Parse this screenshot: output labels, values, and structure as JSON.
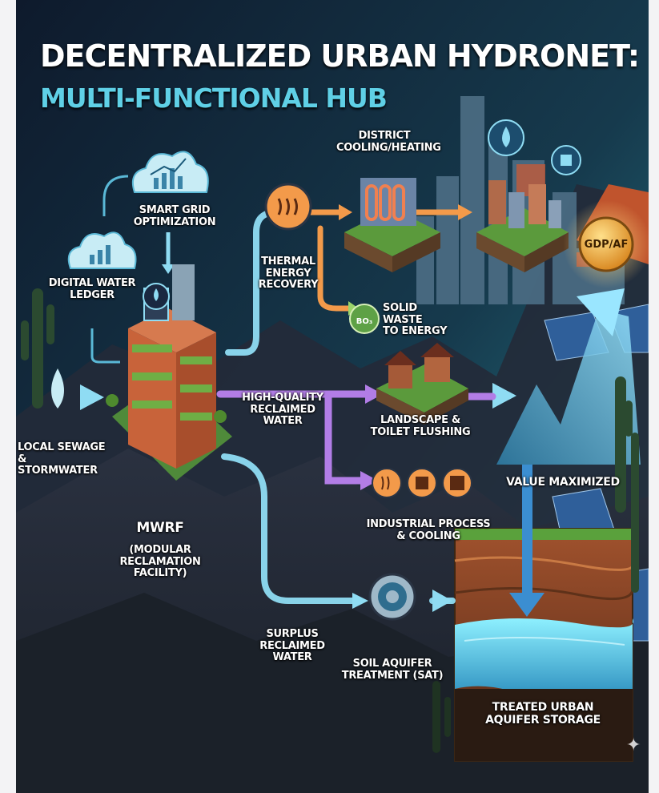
{
  "title": "DECENTRALIZED URBAN HYDRONET:",
  "subtitle": "MULTI-FUNCTIONAL HUB",
  "labels": {
    "smart_grid": "SMART GRID\nOPTIMIZATION",
    "digital_ledger": "DIGITAL WATER\nLEDGER",
    "district_cooling": "DISTRICT\nCOOLING/HEATING",
    "thermal_energy": "THERMAL\nENERGY\nRECOVERY",
    "solid_waste": "SOLID WASTE\nTO ENERGY",
    "local_sewage": "LOCAL SEWAGE\n& STORMWATER",
    "high_quality": "HIGH-QUALITY\nRECLAIMED\nWATER",
    "landscape": "LANDSCAPE &\nTOILET FLUSHING",
    "value_maximized": "VALUE MAXIMIZED",
    "industrial": "INDUSTRIAL PROCESS\n& COOLING",
    "mwrf_title": "MWRF",
    "mwrf_sub": "(MODULAR\nRECLAMATION\nFACILITY)",
    "surplus": "SURPLUS\nRECLAIMED\nWATER",
    "soil_aquifer": "SOIL AQUIFER\nTREATMENT (SAT)",
    "aquifer_storage": "TREATED URBAN\nAQUIFER STORAGE",
    "gdp_badge": "GDP/AF",
    "bo3_badge": "BO₃"
  },
  "colors": {
    "sky_top": "#0d1a2e",
    "sky_glow": "#1f7f8c",
    "pipe_blue": "#8fdcf3",
    "pipe_purple": "#b27de6",
    "pipe_orange": "#f39a4a",
    "subtitle": "#5fd0e6",
    "gold": "#f4a72c",
    "aquifer_water": "#5cd4f2",
    "soil": "#a0522d"
  },
  "icons": [
    "cloud-chart-icon",
    "cloud-chart-icon",
    "water-drop-icon",
    "water-drop-icon",
    "chip-icon",
    "heat-exchanger-icon",
    "gear-icon",
    "solar-panel-icon",
    "sparkle-icon"
  ]
}
